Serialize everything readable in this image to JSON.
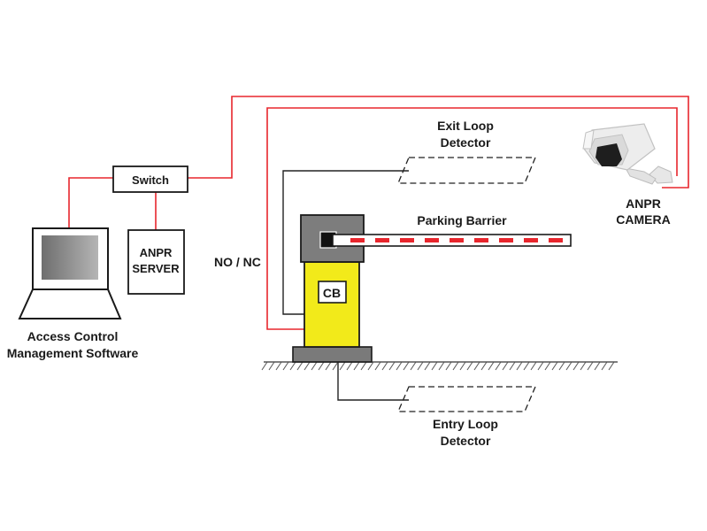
{
  "colors": {
    "wire_red": "#e8262d",
    "wire_black": "#222222",
    "barrier_housing": "#777777",
    "barrier_post": "#f2ea1a",
    "barrier_stripe": "#e8262d",
    "ground": "#808080"
  },
  "labels": {
    "switch": "Switch",
    "server_line1": "ANPR",
    "server_line2": "SERVER",
    "access_line1": "Access Control",
    "access_line2": "Management Software",
    "exit_line1": "Exit Loop",
    "exit_line2": "Detector",
    "parking_barrier": "Parking Barrier",
    "camera_line1": "ANPR",
    "camera_line2": "CAMERA",
    "no_nc": "NO / NC",
    "cb": "CB",
    "entry_line1": "Entry Loop",
    "entry_line2": "Detector"
  },
  "icons": {
    "computer": "laptop-icon",
    "camera": "cctv-camera-icon"
  }
}
